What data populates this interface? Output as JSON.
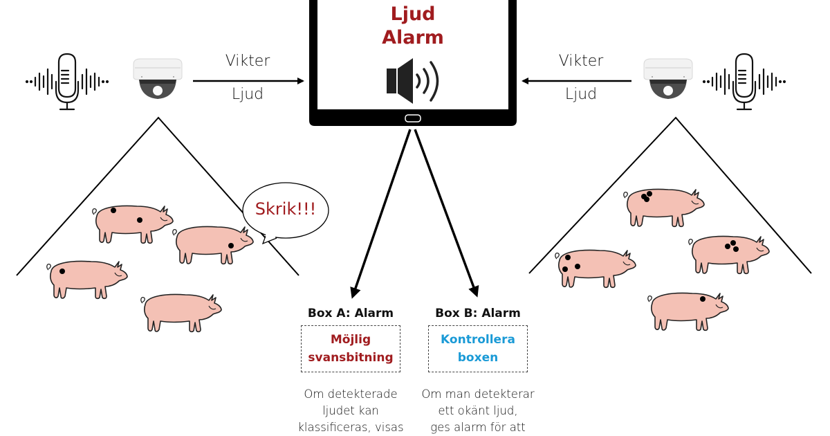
{
  "tablet": {
    "title_line1": "Ljud",
    "title_line2": "Alarm",
    "icon": "speaker-sound-icon"
  },
  "left_station": {
    "microphone_icon": "microphone-soundwave-icon",
    "camera_icon": "dome-camera-icon",
    "arrow_label_top": "Vikter",
    "arrow_label_bottom": "Ljud",
    "speech_bubble": "Skrik!!!",
    "pigs": [
      {
        "spots": 2
      },
      {
        "spots": 1
      },
      {
        "spots": 1
      },
      {
        "spots": 0
      }
    ]
  },
  "right_station": {
    "microphone_icon": "microphone-soundwave-icon",
    "camera_icon": "dome-camera-icon",
    "arrow_label_top": "Vikter",
    "arrow_label_bottom": "Ljud",
    "pigs": [
      {
        "spots": 3
      },
      {
        "spots": 3
      },
      {
        "spots": 3
      },
      {
        "spots": 1
      }
    ]
  },
  "box_a": {
    "heading": "Box A: Alarm",
    "alarm_line1": "Möjlig",
    "alarm_line2": "svansbitning",
    "desc_line1": "Om detekterade",
    "desc_line2": "ljudet kan",
    "desc_line3": "klassificeras, visas"
  },
  "box_b": {
    "heading": "Box B: Alarm",
    "alarm_line1": "Kontrollera",
    "alarm_line2": "boxen",
    "desc_line1": "Om man detekterar",
    "desc_line2": "ett okänt ljud,",
    "desc_line3": "ges alarm för att"
  },
  "colors": {
    "alarm_red": "#a01c1f",
    "alarm_blue": "#1a9ad6",
    "pig_pink": "#f4c1b5"
  }
}
